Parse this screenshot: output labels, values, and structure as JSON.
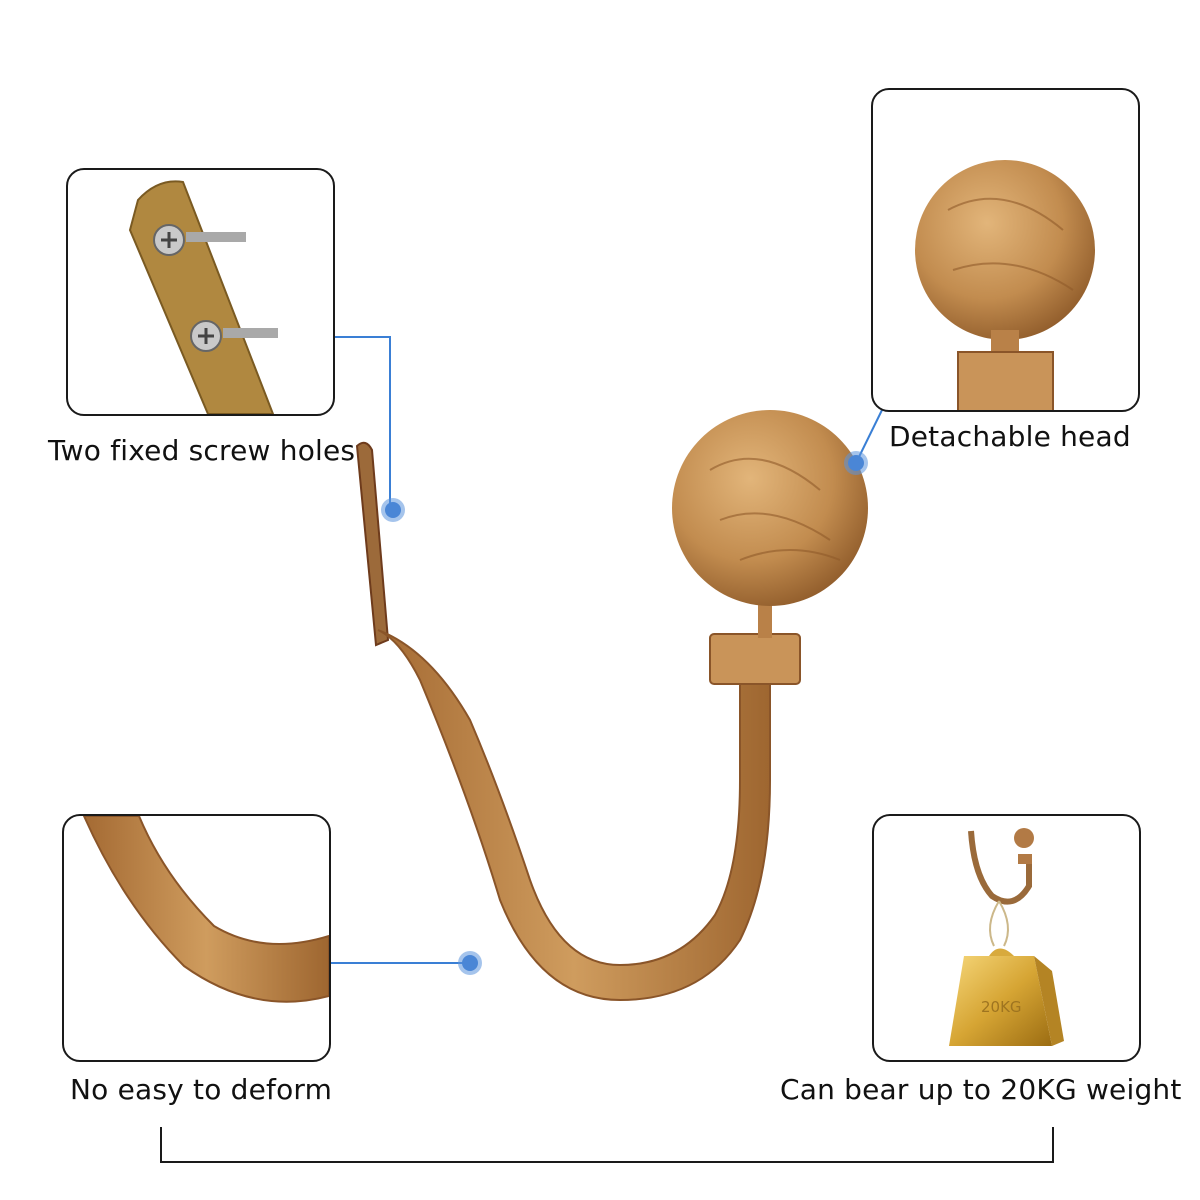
{
  "features": {
    "screw_holes": {
      "label": "Two fixed screw holes",
      "icon": "screw-bracket-detail"
    },
    "detachable_head": {
      "label": "Detachable head",
      "icon": "ball-finial-detail"
    },
    "deform": {
      "label": "No easy to deform",
      "icon": "curved-arm-detail"
    },
    "weight": {
      "label": "Can bear up to 20KG weight",
      "icon": "weight-hanging-detail",
      "weight_text": "20KG"
    }
  },
  "colors": {
    "callout_line": "#3a7fd5",
    "callout_dot": "#5b94dc",
    "wood": "#c08a4e",
    "panel_border": "#1a1a1a"
  }
}
